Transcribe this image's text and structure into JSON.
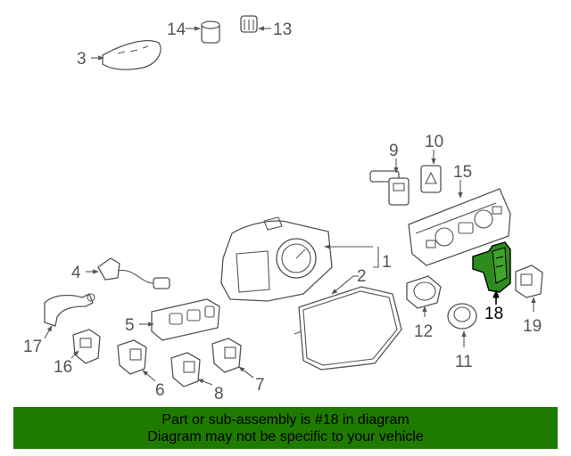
{
  "diagram": {
    "callouts": {
      "c1": "1",
      "c2": "2",
      "c3": "3",
      "c4": "4",
      "c5": "5",
      "c6": "6",
      "c7": "7",
      "c8": "8",
      "c9": "9",
      "c10": "10",
      "c11": "11",
      "c12": "12",
      "c13": "13",
      "c14": "14",
      "c15": "15",
      "c16": "16",
      "c17": "17",
      "c18": "18",
      "c19": "19"
    },
    "highlighted_part": "18",
    "colors": {
      "highlight": "#2e8b1e",
      "banner": "#1f7a00",
      "line": "#555555"
    }
  },
  "banner": {
    "line1": "Part or sub-assembly is #18 in diagram",
    "line2": "Diagram may not be specific to your vehicle"
  }
}
